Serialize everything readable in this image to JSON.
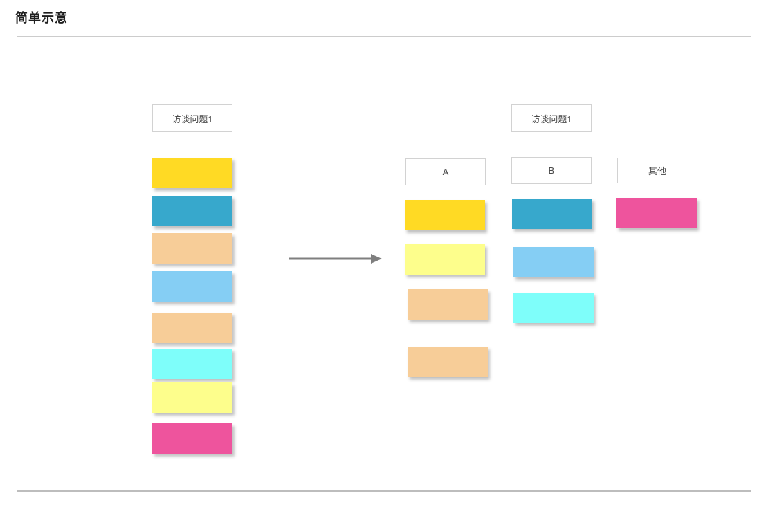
{
  "page": {
    "title": "简单示意"
  },
  "diagram": {
    "source": {
      "label": "访谈问题1",
      "notes": [
        {
          "name": "gold",
          "color": "#FFDA24"
        },
        {
          "name": "teal",
          "color": "#37A8CC"
        },
        {
          "name": "peach",
          "color": "#F7CD98"
        },
        {
          "name": "sky-blue",
          "color": "#85CEF4"
        },
        {
          "name": "peach",
          "color": "#F7CD98"
        },
        {
          "name": "cyan",
          "color": "#7EFEFA"
        },
        {
          "name": "lemon",
          "color": "#FDFE8C"
        },
        {
          "name": "pink",
          "color": "#EE549D"
        }
      ]
    },
    "arrow": {
      "name": "arrow-right",
      "color": "#7F7F7F"
    },
    "result": {
      "label": "访谈问题1",
      "columns": [
        {
          "header": "A",
          "notes": [
            {
              "name": "gold",
              "color": "#FFDA24"
            },
            {
              "name": "lemon",
              "color": "#FDFE8C"
            },
            {
              "name": "peach",
              "color": "#F7CD98"
            },
            {
              "name": "peach",
              "color": "#F7CD98"
            }
          ]
        },
        {
          "header": "B",
          "notes": [
            {
              "name": "teal",
              "color": "#37A8CC"
            },
            {
              "name": "sky-blue",
              "color": "#85CEF4"
            },
            {
              "name": "cyan",
              "color": "#7EFEFA"
            }
          ]
        },
        {
          "header": "其他",
          "notes": [
            {
              "name": "pink",
              "color": "#EE549D"
            }
          ]
        }
      ]
    }
  }
}
